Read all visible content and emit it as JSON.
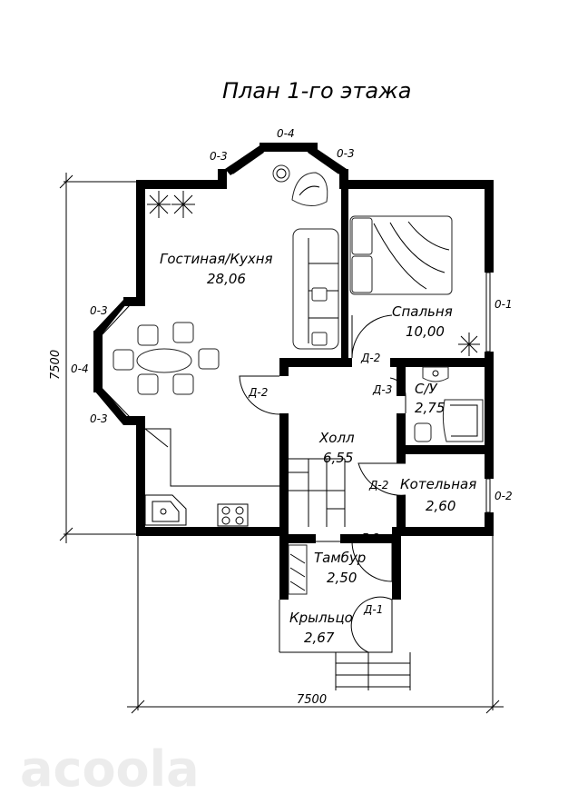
{
  "title": "План 1-го этажа",
  "watermark": "acoola",
  "dimensions": {
    "width": "7500",
    "height": "7500"
  },
  "rooms": [
    {
      "id": "living",
      "name": "Гостиная/Кухня",
      "area": "28,06"
    },
    {
      "id": "bedroom",
      "name": "Спальня",
      "area": "10,00"
    },
    {
      "id": "bathroom",
      "name": "С/У",
      "area": "2,75"
    },
    {
      "id": "hall",
      "name": "Холл",
      "area": "6,55"
    },
    {
      "id": "boiler",
      "name": "Котельная",
      "area": "2,60"
    },
    {
      "id": "vestibule",
      "name": "Тамбур",
      "area": "2,50"
    },
    {
      "id": "porch",
      "name": "Крыльцо",
      "area": "2,67"
    }
  ],
  "windows": {
    "top_left": "0-3",
    "top_center": "0-4",
    "top_right": "0-3",
    "left_top": "0-3",
    "left_center": "0-4",
    "left_bottom": "0-3",
    "bedroom": "0-1",
    "boiler": "0-2"
  },
  "doors": {
    "living": "Д-2",
    "bedroom": "Д-2",
    "bathroom": "Д-3",
    "boiler": "Д-2",
    "vestibule": "Д-2",
    "entrance": "Д-1"
  }
}
